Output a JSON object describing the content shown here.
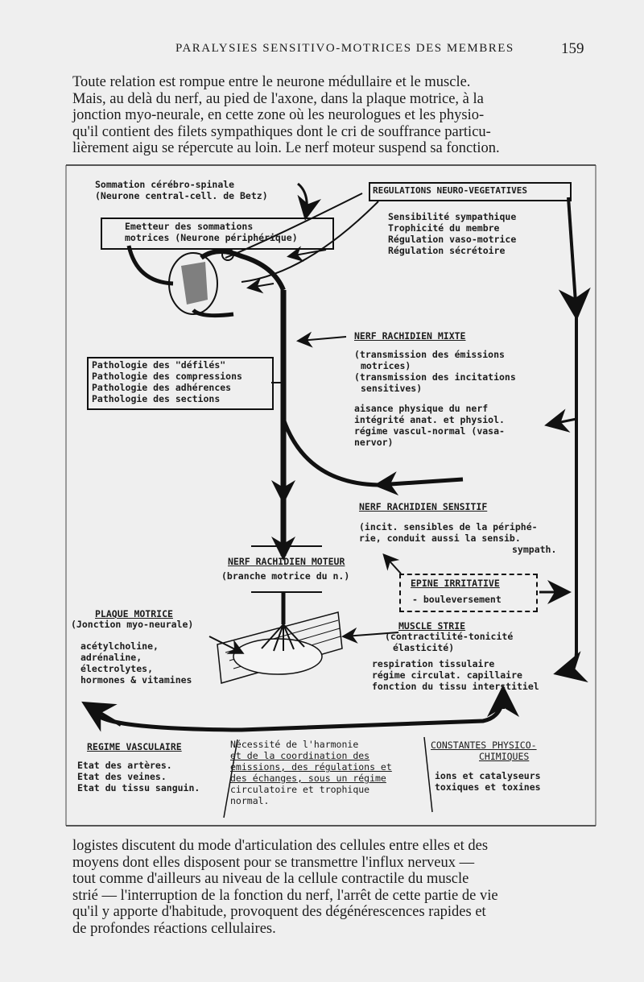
{
  "header": {
    "running_title": "PARALYSIES SENSITIVO-MOTRICES DES MEMBRES",
    "page_number": "159"
  },
  "text_top": [
    "Toute relation est rompue entre le neurone médullaire et le muscle.",
    "Mais, au delà du nerf, au pied de l'axone, dans la plaque motrice, à la",
    "jonction myo-neurale, en cette zone où les neurologues et les physio-",
    "qu'il contient des filets sympathiques dont le cri de souffrance particu-",
    "lièrement aigu se répercute au loin. Le nerf moteur suspend sa fonction."
  ],
  "figure": {
    "sommation": [
      "Sommation cérébro-spinale",
      "(Neurone central-cell. de Betz)"
    ],
    "emetteur": [
      "Emetteur des sommations",
      "motrices (Neurone périphérique)"
    ],
    "regulations_title": "REGULATIONS NEURO-VEGETATIVES",
    "regulations_items": [
      "Sensibilité sympathique",
      "Trophicité du membre",
      "Régulation vaso-motrice",
      "Régulation sécrétoire"
    ],
    "nerf_mixte_title": "NERF RACHIDIEN MIXTE",
    "nerf_mixte_items": [
      "(transmission des émissions",
      "motrices)",
      "(transmission des incitations",
      "sensitives)"
    ],
    "pathologie": [
      "Pathologie des \"défilés\"",
      "Pathologie des compressions",
      "Pathologie des adhérences",
      "Pathologie des sections"
    ],
    "aisance": [
      "aisance physique du nerf",
      "intégrité anat. et physiol.",
      "régime vascul-normal (vasa-",
      "nervor)"
    ],
    "nerf_sensitif_title": "NERF RACHIDIEN SENSITIF",
    "nerf_sensitif_items": [
      "(incit. sensibles de la périphé-",
      "rie, conduit aussi la sensib.",
      "sympath."
    ],
    "nerf_moteur_title": "NERF RACHIDIEN MOTEUR",
    "nerf_moteur_sub": "(branche motrice du n.)",
    "epine_title": "EPINE IRRITATIVE",
    "epine_sub": "- bouleversement",
    "plaque_title": "PLAQUE MOTRICE",
    "plaque_sub": "(Jonction myo-neurale)",
    "plaque_items": [
      "acétylcholine,",
      "adrénaline,",
      "électrolytes,",
      "hormones & vitamines"
    ],
    "muscle_title": "MUSCLE STRIE",
    "muscle_items": [
      "(contractilité-tonicité",
      "élasticité)"
    ],
    "muscle_items2": [
      "respiration tissulaire",
      "régime circulat. capillaire",
      "fonction du tissu interstitiel"
    ],
    "regime_title": "REGIME VASCULAIRE",
    "regime_items": [
      "Etat des artères.",
      "Etat des veines.",
      "Etat du tissu sanguin."
    ],
    "necessite": [
      "Nécessité de l'harmonie",
      "et de la coordination des",
      "émissions, des régulations et",
      "des échanges, sous un régime",
      "circulatoire et trophique",
      "normal."
    ],
    "constantes_title": [
      "CONSTANTES PHYSICO-",
      "CHIMIQUES"
    ],
    "constantes_items": [
      "ions et catalyseurs",
      "toxiques et toxines"
    ]
  },
  "text_bottom": [
    "logistes discutent du mode d'articulation des cellules entre elles et des",
    "moyens dont elles disposent pour se transmettre l'influx nerveux —",
    "tout comme d'ailleurs au niveau de la cellule contractile du muscle",
    "strié — l'interruption de la fonction du nerf, l'arrêt de cette partie de vie",
    "qu'il y apporte d'habitude, provoquent des dégénérescences rapides et",
    "de profondes réactions cellulaires."
  ]
}
